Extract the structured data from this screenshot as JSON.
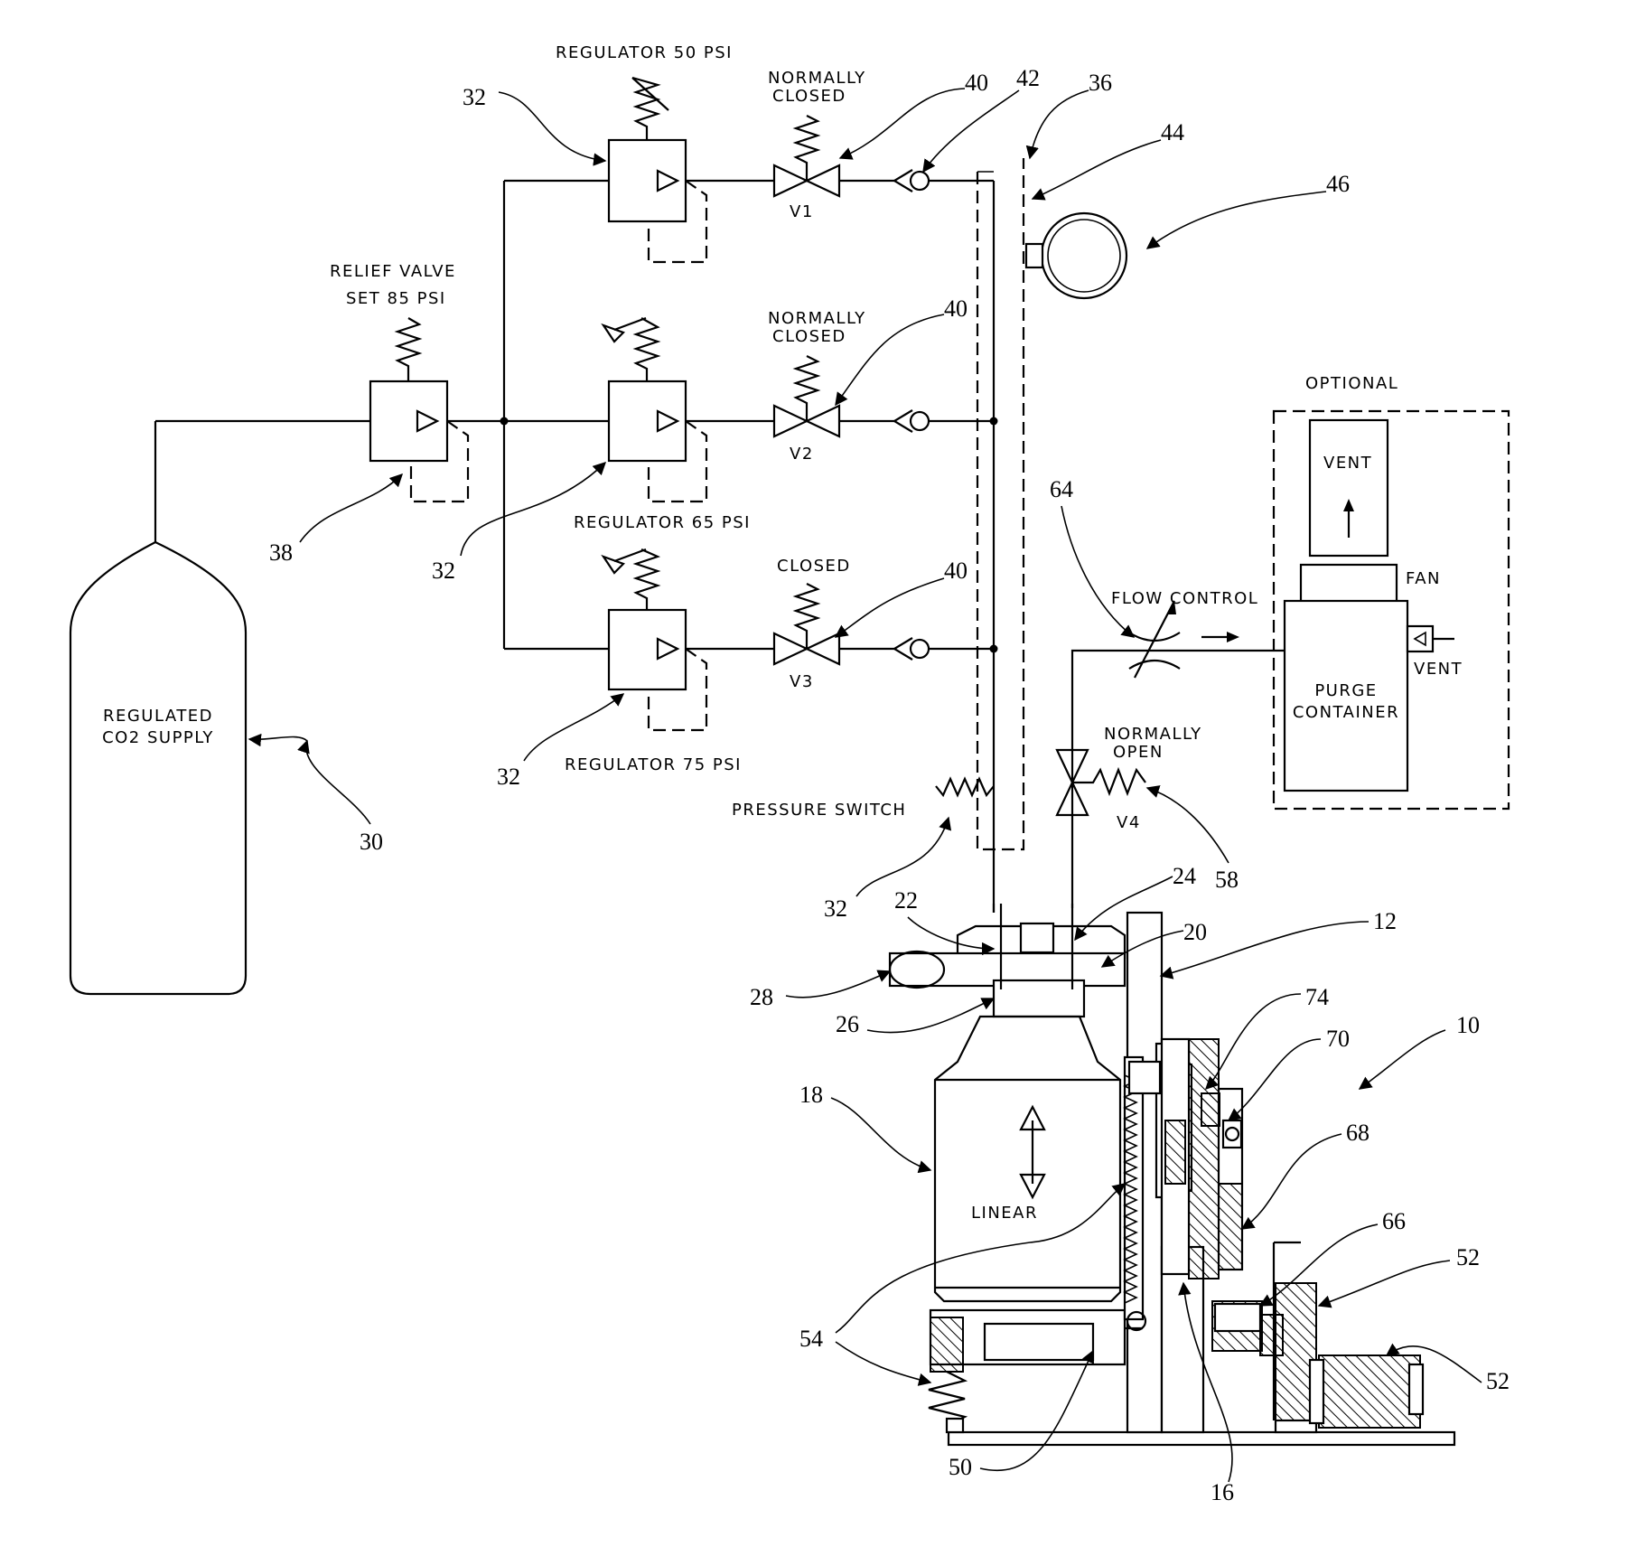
{
  "labels": {
    "reg50": "REGULATOR 50 PSI",
    "reg65": "REGULATOR 65 PSI",
    "reg75": "REGULATOR 75 PSI",
    "relief1": "RELIEF VALVE",
    "relief2": "SET 85 PSI",
    "nc1a": "NORMALLY",
    "nc1b": "CLOSED",
    "nc2a": "NORMALLY",
    "nc2b": "CLOSED",
    "closed3": "CLOSED",
    "v1": "V1",
    "v2": "V2",
    "v3": "V3",
    "v4": "V4",
    "no_a": "NORMALLY",
    "no_b": "OPEN",
    "flow": "FLOW CONTROL",
    "optional": "OPTIONAL",
    "vent_top": "VENT",
    "fan": "FAN",
    "vent_side": "VENT",
    "purge_a": "PURGE",
    "purge_b": "CONTAINER",
    "pswitch": "PRESSURE SWITCH",
    "supply_a": "REGULATED",
    "supply_b": "CO2 SUPPLY",
    "linear": "LINEAR"
  },
  "refs": {
    "r30": "30",
    "r32a": "32",
    "r32b": "32",
    "r32c": "32",
    "r32d": "32",
    "r38": "38",
    "r40a": "40",
    "r40b": "40",
    "r40c": "40",
    "r42": "42",
    "r36": "36",
    "r44": "44",
    "r46": "46",
    "r64": "64",
    "r58": "58",
    "r22": "22",
    "r24": "24",
    "r20": "20",
    "r12": "12",
    "r28": "28",
    "r26": "26",
    "r74": "74",
    "r70": "70",
    "r10": "10",
    "r18": "18",
    "r68": "68",
    "r66": "66",
    "r52a": "52",
    "r52b": "52",
    "r54": "54",
    "r50": "50",
    "r16": "16"
  }
}
